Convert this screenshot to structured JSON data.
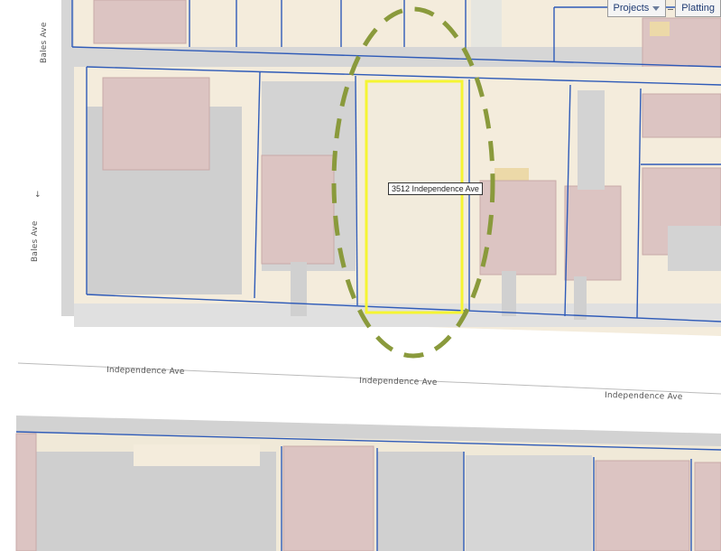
{
  "toolbar": {
    "projects_label": "Projects",
    "platting_label": "Platting"
  },
  "streets": {
    "bales_top": "Bales Ave",
    "bales_bottom": "Bales Ave",
    "independence_left": "Independence Ave",
    "independence_center": "Independence Ave",
    "independence_right": "Independence Ave",
    "oneway_marker": "↓"
  },
  "selected_parcel": {
    "address": "3512 Independence Ave",
    "highlight_color": "#f5f532"
  },
  "annotation": {
    "shape": "dashed-ellipse",
    "color": "#8a9a3c"
  },
  "colors": {
    "road": "#d2d2d2",
    "land": "#f4ecdc",
    "building": "#dcc4c2",
    "pavement": "#cdcdcd",
    "parcel_line": "#2f5bb8"
  }
}
